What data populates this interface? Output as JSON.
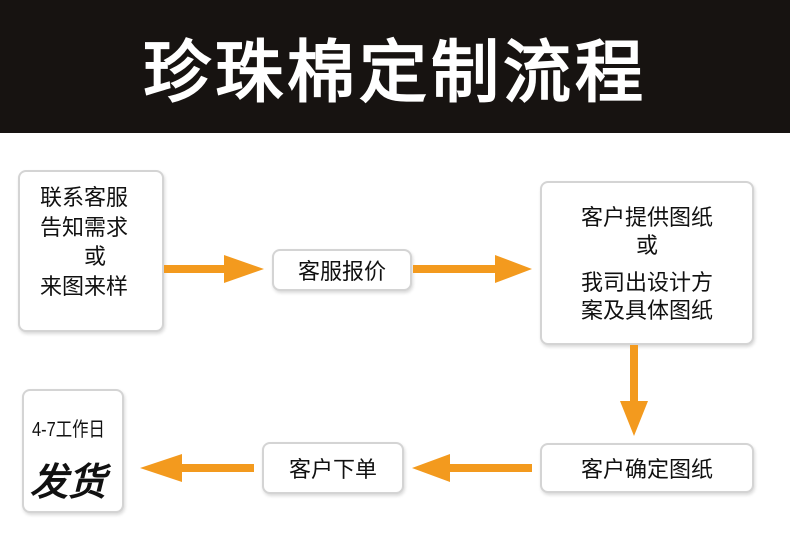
{
  "title": "珍珠棉定制流程",
  "steps": {
    "contact": [
      "联系客服",
      "告知需求",
      "或",
      "来图来样"
    ],
    "quote": "客服报价",
    "drawing": [
      "客户提供图纸",
      "或",
      "我司出设计方",
      "案及具体图纸"
    ],
    "confirm": "客户确定图纸",
    "order": "客户下单",
    "ship": {
      "days": "4-7工作日",
      "label": "发货"
    }
  },
  "colors": {
    "header": "#171311",
    "arrow": "#f39a1e",
    "border": "#d4d4d4"
  }
}
